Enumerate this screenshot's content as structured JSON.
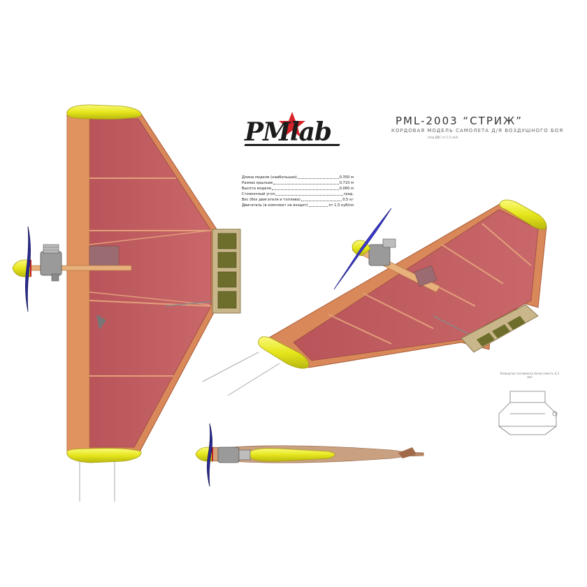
{
  "logo": {
    "text": "PMlab",
    "star_color": "#d9232b"
  },
  "title": {
    "main": "PML-2003 “СТРИЖ”",
    "subtitle": "КОРДОВАЯ МОДЕЛЬ САМОЛЕТА Д/Я ВОЗДУШНОГО БОЯ",
    "note": "(под ДВС от 1,5 см3)"
  },
  "specs": [
    {
      "label": "Длина модели (наибольшая)",
      "value": "0,350 м"
    },
    {
      "label": "Размах крыльев",
      "value": "0,710 м"
    },
    {
      "label": "Высота модели",
      "value": "0,060 м"
    },
    {
      "label": "Стояночный угол",
      "value": "град."
    },
    {
      "label": "Вес (без двигателя и топлива)",
      "value": "0,5 кг"
    },
    {
      "label": "Двигатель (в комплект не входит)",
      "value": "от 1,5 куб/см"
    }
  ],
  "template_caption": "Развертка топливного бачка (жесть 0,3 мм)",
  "colors": {
    "wing_fill": "#c05c60",
    "wing_frame": "#d9885a",
    "tip_yellow": "#e6e61c",
    "flap_olive": "#6e6e2c",
    "flap_frame": "#c9b68a",
    "prop_blue": "#3a3ad0"
  },
  "icons": [
    "star-icon",
    "engine-icon",
    "propeller-icon",
    "spinner-icon"
  ]
}
